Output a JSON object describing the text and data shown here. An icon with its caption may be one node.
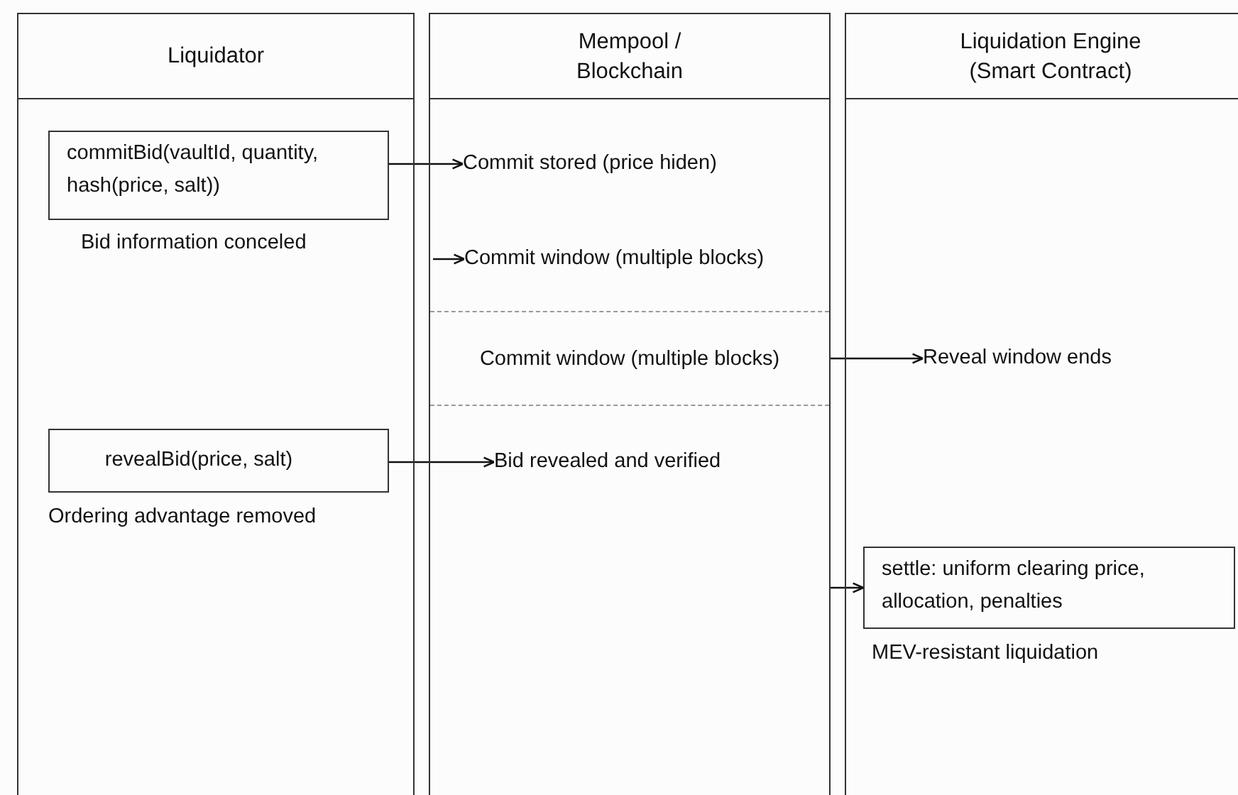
{
  "diagram": {
    "nodes": [
      {
        "text": [
          "Liquidator"
        ]
      },
      {
        "text": [
          "commitBid(vaultId, quantity, hash(price, salt))"
        ],
        "in": 0,
        "beside": [
          "Bid information conceled"
        ]
      },
      {
        "text": [
          "revealBid(price, salt)"
        ],
        "in": 0,
        "beside": [
          "Ordering advantage removed"
        ]
      },
      {
        "text": [
          "Mempool / Blockchain"
        ]
      },
      {
        "text": [
          "Commit stored (price hiden)"
        ],
        "in": 3
      },
      {
        "text": [
          "Commit window (multiple blocks)"
        ],
        "in": 3
      },
      {
        "text": [
          "Commit window (multiple blocks)"
        ],
        "in": 3
      },
      {
        "text": [
          "Bid revealed and verified"
        ],
        "in": 3
      },
      {
        "text": [
          "Liquidation Engine (Smart Contract)"
        ]
      },
      {
        "text": [
          "Reveal window ends"
        ],
        "in": 8
      },
      {
        "text": [
          "settle: uniform clearing price, allocation, penalties"
        ],
        "in": 8,
        "beside": [
          "MEV-resistant liquidation"
        ]
      }
    ],
    "edges": [
      {
        "from": 1,
        "to": 4,
        "arrow": "to"
      },
      {
        "from": null,
        "to": 5,
        "arrow": "to"
      },
      {
        "from": 6,
        "to": 9,
        "arrow": "to"
      },
      {
        "from": 2,
        "to": 7,
        "arrow": "to"
      },
      {
        "from": 3,
        "to": 10,
        "arrow": "to"
      }
    ]
  }
}
